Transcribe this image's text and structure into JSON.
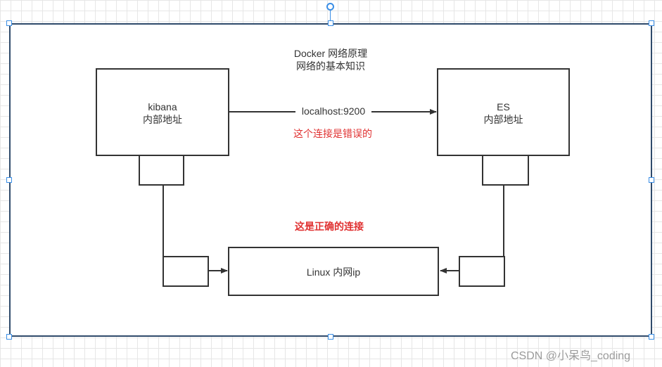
{
  "diagram": {
    "title_line1": "Docker 网络原理",
    "title_line2": "网络的基本知识",
    "kibana": {
      "name": "kibana",
      "sub": "内部地址"
    },
    "es": {
      "name": "ES",
      "sub": "内部地址"
    },
    "wrong_edge_label": "localhost:9200",
    "wrong_note": "这个连接是错误的",
    "right_note": "这是正确的连接",
    "linux_label": "Linux 内网ip"
  },
  "watermark": "CSDN @小呆鸟_coding",
  "colors": {
    "frame": "#2f4a6b",
    "stroke": "#333333",
    "error_text": "#e03131",
    "selection": "#3a8ee6"
  }
}
